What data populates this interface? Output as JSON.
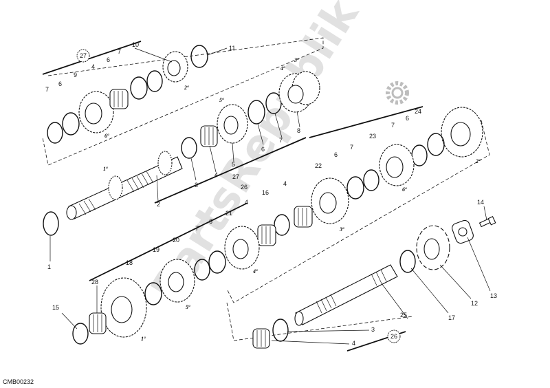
{
  "diagram_code": "CMB00232",
  "watermark_text": "PartsRepublik",
  "callouts": [
    "1",
    "2",
    "3",
    "4",
    "5",
    "6",
    "7",
    "8",
    "9",
    "10",
    "11",
    "12",
    "13",
    "14",
    "15",
    "16",
    "17",
    "18",
    "19",
    "20",
    "21",
    "22",
    "23",
    "24",
    "25",
    "26",
    "27",
    "28"
  ],
  "reference_badges": [
    "27",
    "26"
  ],
  "gear_labels": [
    "1ª",
    "2ª",
    "3ª",
    "4ª",
    "5ª",
    "6ª"
  ],
  "colors": {
    "ink": "#111111",
    "background": "#ffffff",
    "watermark": "#c9c9c9"
  }
}
